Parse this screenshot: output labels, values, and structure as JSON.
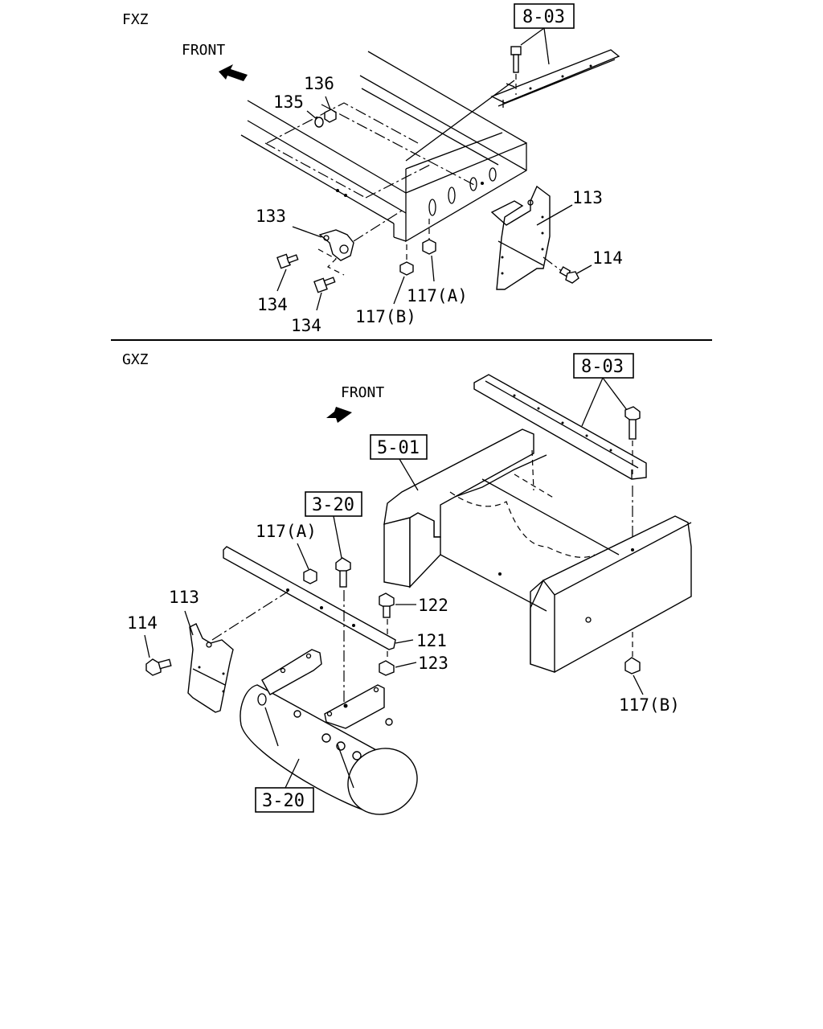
{
  "sections": {
    "top": {
      "label": "FXZ",
      "front_label": "FRONT",
      "ref_frame": "8-03",
      "callouts": {
        "c136": "136",
        "c135": "135",
        "c133": "133",
        "c134a": "134",
        "c134b": "134",
        "c113": "113",
        "c114": "114",
        "c117a": "117(A)",
        "c117b": "117(B)"
      }
    },
    "bottom": {
      "label": "GXZ",
      "front_label": "FRONT",
      "ref_frame": "8-03",
      "ref_chassis": "5-01",
      "ref_tank_top": "3-20",
      "ref_tank_bottom": "3-20",
      "callouts": {
        "c117a": "117(A)",
        "c113": "113",
        "c114": "114",
        "c122": "122",
        "c121": "121",
        "c123": "123",
        "c117b": "117(B)"
      }
    }
  }
}
